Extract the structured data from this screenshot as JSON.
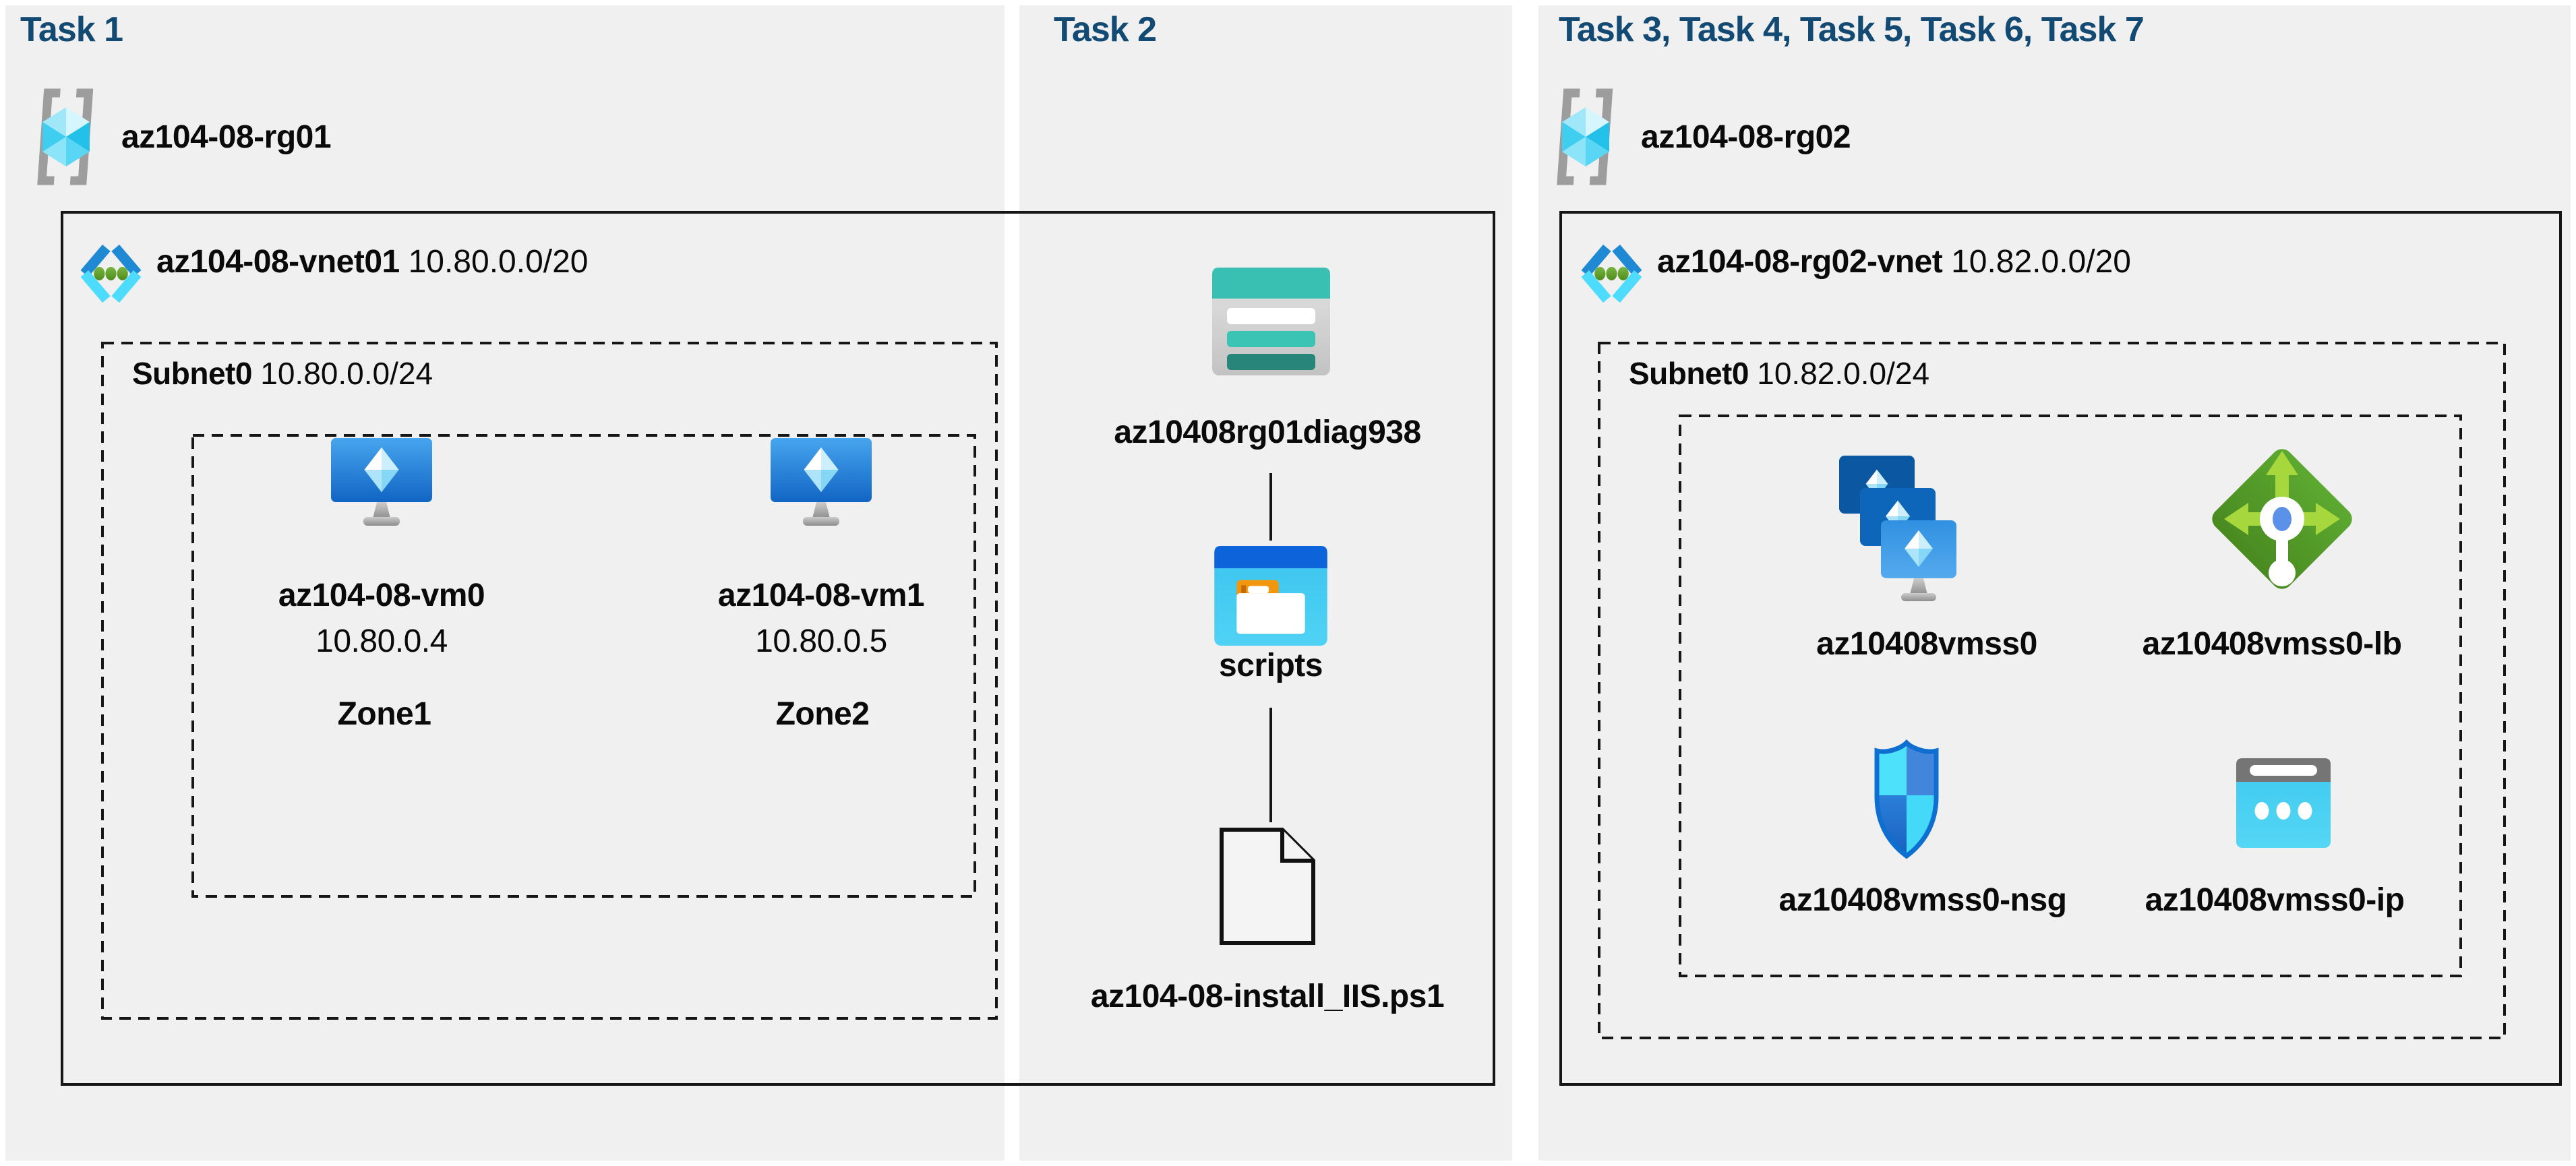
{
  "task1": {
    "title": "Task 1",
    "resource_group": "az104-08-rg01",
    "vnet_name": "az104-08-vnet01",
    "vnet_cidr": "10.80.0.0/20",
    "subnet_name": "Subnet0",
    "subnet_cidr": "10.80.0.0/24",
    "vm0": {
      "name": "az104-08-vm0",
      "ip": "10.80.0.4",
      "zone": "Zone1"
    },
    "vm1": {
      "name": "az104-08-vm1",
      "ip": "10.80.0.5",
      "zone": "Zone2"
    }
  },
  "task2": {
    "title": "Task 2",
    "storage_account": "az10408rg01diag938",
    "container": "scripts",
    "script_file": "az104-08-install_IIS.ps1"
  },
  "task3": {
    "title": "Task 3, Task 4, Task 5, Task 6, Task 7",
    "resource_group": "az104-08-rg02",
    "vnet_name": "az104-08-rg02-vnet",
    "vnet_cidr": "10.82.0.0/20",
    "subnet_name": "Subnet0",
    "subnet_cidr": "10.82.0.0/24",
    "vmss_name": "az10408vmss0",
    "lb_name": "az10408vmss0-lb",
    "nsg_name": "az10408vmss0-nsg",
    "ip_name": "az10408vmss0-ip"
  },
  "colors": {
    "panel_bg": "#f0f0f0",
    "heading_text": "#124a73",
    "line": "#161616",
    "storage_teal": "#3ac0b2",
    "vnet_green_dot": "#5d9b22",
    "lb_green": "#57a02c",
    "vm_blue": "#1265c4",
    "cyan_icon": "#3ecdf1"
  }
}
